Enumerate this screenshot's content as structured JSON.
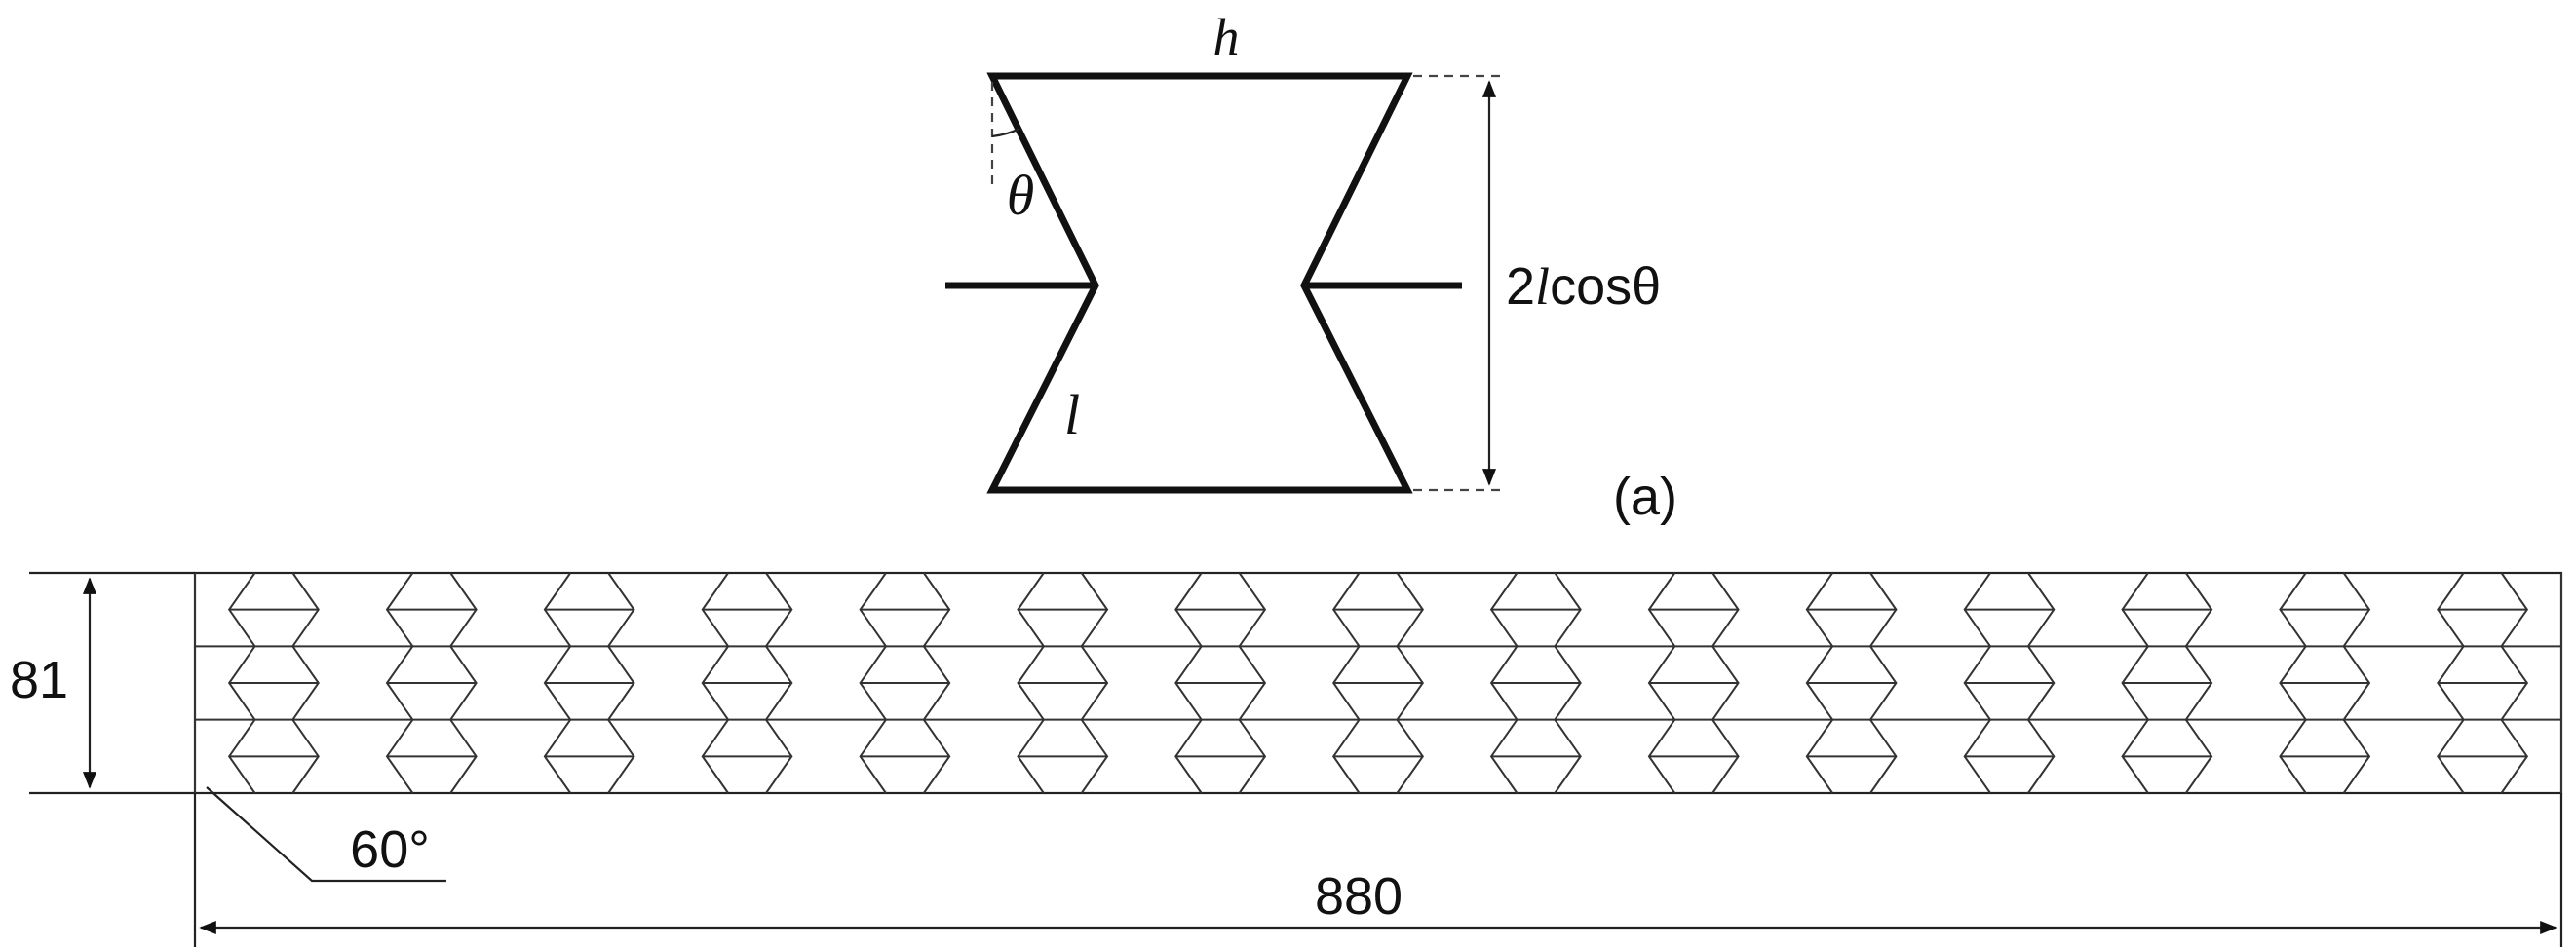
{
  "unit_cell": {
    "top_label": "h",
    "angle_label": "θ",
    "strut_label": "l",
    "height_label_prefix": "2",
    "height_label_var": "l",
    "height_label_suffix": "cosθ",
    "panel_label": "(a)"
  },
  "beam": {
    "height_value": "81",
    "length_value": "880",
    "angle_value": "60°",
    "columns": 15,
    "rows": 3
  }
}
